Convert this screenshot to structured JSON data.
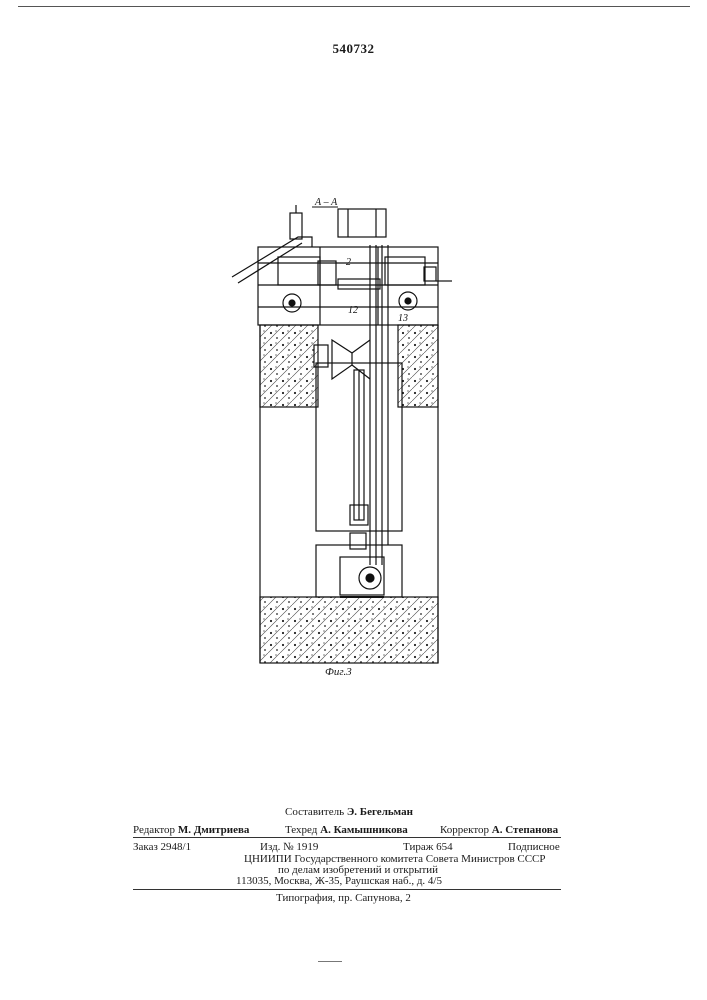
{
  "patent_number": "540732",
  "drawing": {
    "section_label": "А – А",
    "callouts": [
      "2",
      "12",
      "13"
    ],
    "figure_caption": "Фиг.3"
  },
  "imprint": {
    "compiler_label": "Составитель",
    "compiler_name": "Э. Бегельман",
    "editor_label": "Редактор",
    "editor_name": "М. Дмитриева",
    "techred_label": "Техред",
    "techred_name": "А. Камышникова",
    "corrector_label": "Корректор",
    "corrector_name": "А. Степанова",
    "order": "Заказ 2948/1",
    "izd": "Изд. № 1919",
    "tirazh": "Тираж 654",
    "podpisnoe": "Подписное",
    "org_line1": "ЦНИИПИ Государственного комитета Совета Министров СССР",
    "org_line2": "по делам изобретений и открытий",
    "org_line3": "113035, Москва, Ж-35, Раушская наб., д. 4/5",
    "typography": "Типография, пр. Сапунова, 2"
  }
}
